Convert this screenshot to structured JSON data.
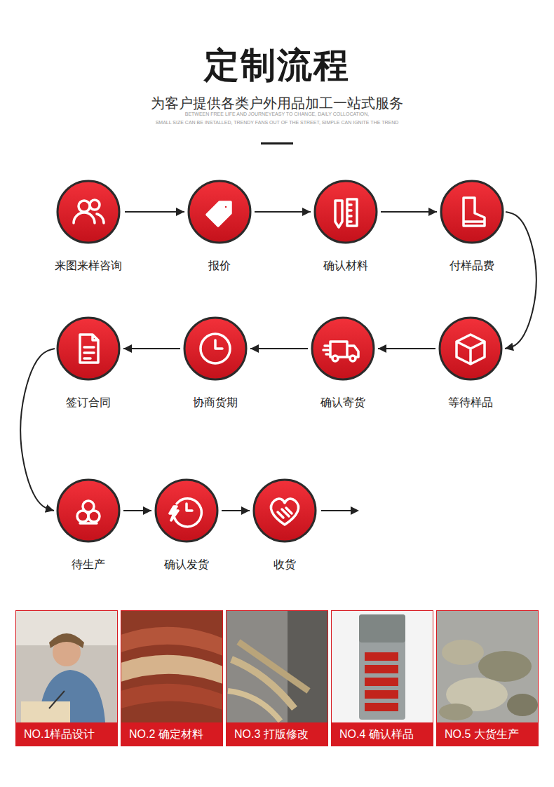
{
  "diagram": {
    "title": "定制流程",
    "nodes": [
      {
        "text": [
          "来图来样咨询"
        ]
      },
      {
        "text": [
          "报价"
        ]
      },
      {
        "text": [
          "确认材料"
        ]
      },
      {
        "text": [
          "付样品费"
        ]
      },
      {
        "text": [
          "等待样品"
        ]
      },
      {
        "text": [
          "确认寄货"
        ]
      },
      {
        "text": [
          "协商货期"
        ]
      },
      {
        "text": [
          "签订合同"
        ]
      },
      {
        "text": [
          "待生产"
        ]
      },
      {
        "text": [
          "确认发货"
        ]
      },
      {
        "text": [
          "收货"
        ]
      },
      {
        "text": [
          "NO.1样品设计"
        ]
      },
      {
        "text": [
          "NO.2 确定材料"
        ]
      },
      {
        "text": [
          "NO.3 打版修改"
        ]
      },
      {
        "text": [
          "NO.4 确认样品"
        ]
      },
      {
        "text": [
          "NO.5 大货生产"
        ]
      }
    ],
    "edges": [
      {
        "from": 0,
        "to": 1,
        "arrow": "to"
      },
      {
        "from": 1,
        "to": 2,
        "arrow": "to"
      },
      {
        "from": 2,
        "to": 3,
        "arrow": "to"
      },
      {
        "from": 3,
        "to": 4,
        "arrow": "to"
      },
      {
        "from": 4,
        "to": 5,
        "arrow": "to"
      },
      {
        "from": 5,
        "to": 6,
        "arrow": "to"
      },
      {
        "from": 6,
        "to": 7,
        "arrow": "to"
      },
      {
        "from": 7,
        "to": 8,
        "arrow": "to"
      },
      {
        "from": 8,
        "to": 9,
        "arrow": "to"
      },
      {
        "from": 9,
        "to": 10,
        "arrow": "to"
      }
    ],
    "labels": [
      "为客户提供各类户外用品加工一站式服务",
      "BETWEEN FREE LIFE AND JOURNEYEASY TO CHANGE, DAILY COLLOCATION,",
      "SMALL SIZE CAN BE INSTALLED, TRENDY FANS OUT OF THE STREET, SIMPLE CAN IGNITE THE TREND"
    ]
  }
}
